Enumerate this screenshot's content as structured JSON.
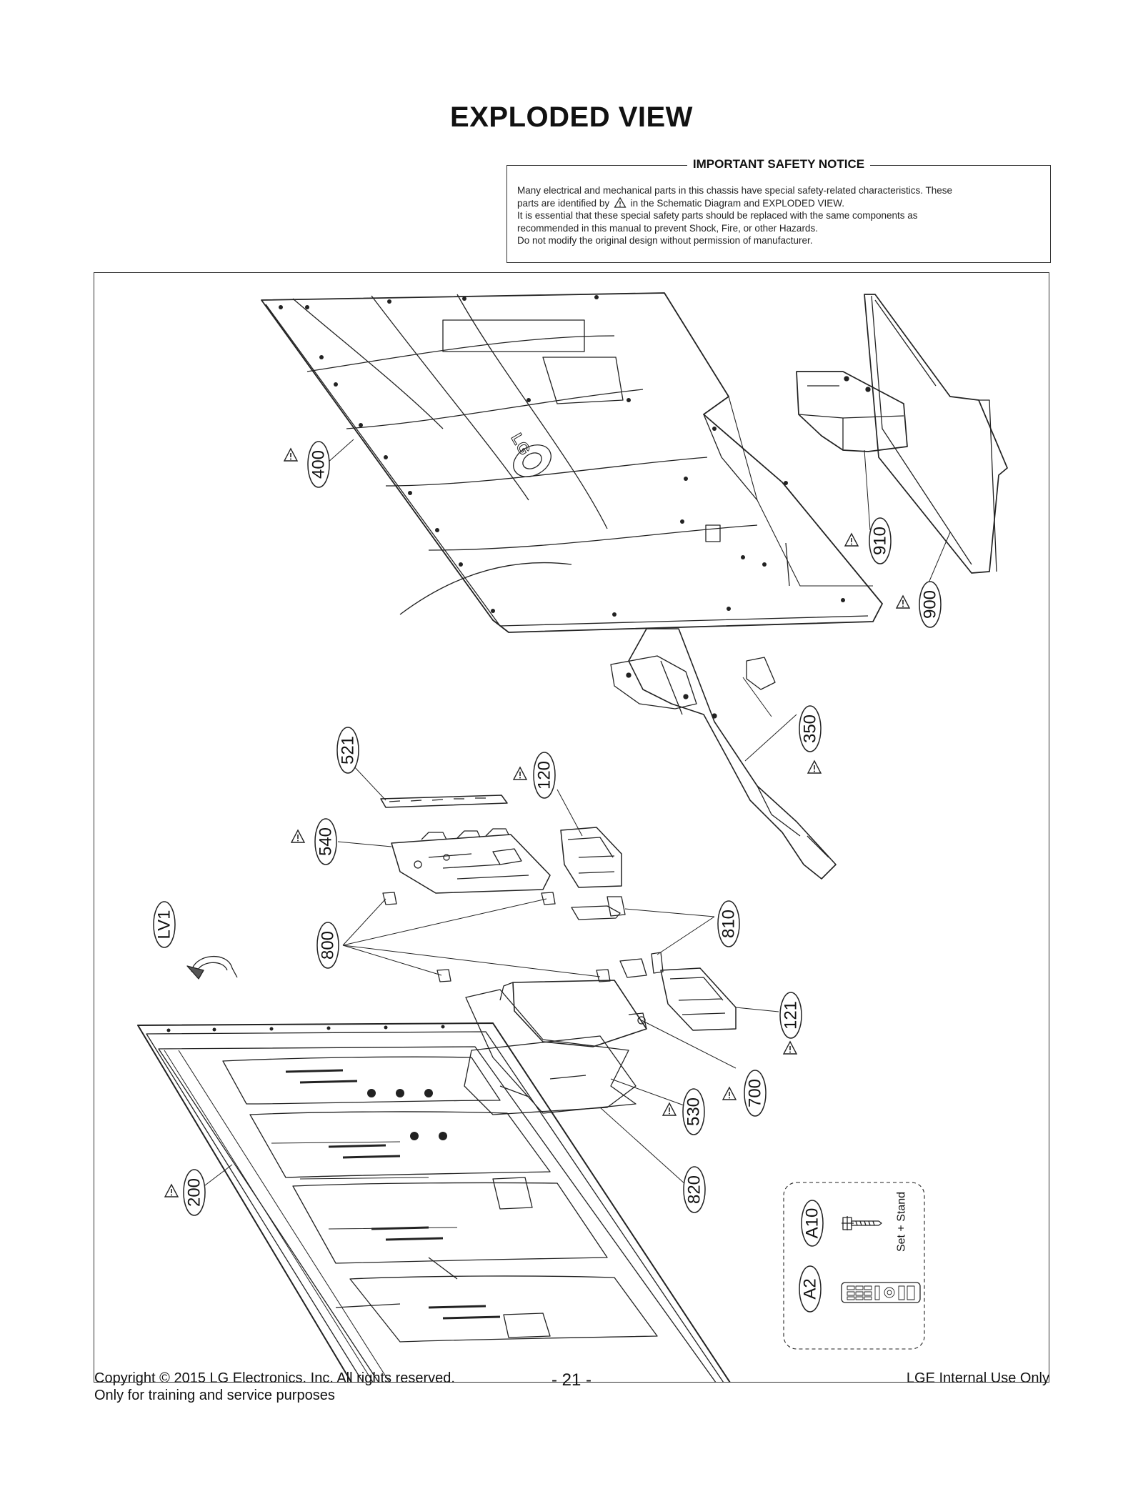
{
  "page": {
    "title": "EXPLODED VIEW"
  },
  "notice": {
    "title": "IMPORTANT SAFETY NOTICE",
    "line1": "Many electrical and mechanical parts in this chassis have special safety-related characteristics. These",
    "line2_before": "parts are identified by",
    "line2_after": "in the Schematic Diagram and EXPLODED VIEW.",
    "line3": "It is essential that these special safety parts should be replaced with the same components as",
    "line4": "recommended in this manual to prevent Shock, Fire, or other Hazards.",
    "line5": "Do not modify the original design without permission of manufacturer."
  },
  "callouts": {
    "c400": "400",
    "c910": "910",
    "c900": "900",
    "c350": "350",
    "c521": "521",
    "c120": "120",
    "c540": "540",
    "cLV1": "LV1",
    "c800": "800",
    "c810": "810",
    "c121": "121",
    "c700": "700",
    "c530": "530",
    "c820": "820",
    "c200": "200",
    "cA10": "A10",
    "cA2": "A2"
  },
  "accessories": {
    "a10_label": "Set + Stand"
  },
  "logo_text": "LG",
  "footer": {
    "copyright": "Copyright  © 2015 LG Electronics. Inc. All rights reserved.",
    "purpose": "Only for training and service purposes",
    "page_number": "- 21 -",
    "internal": "LGE Internal Use Only"
  },
  "colors": {
    "line": "#222222",
    "paper": "#ffffff"
  }
}
